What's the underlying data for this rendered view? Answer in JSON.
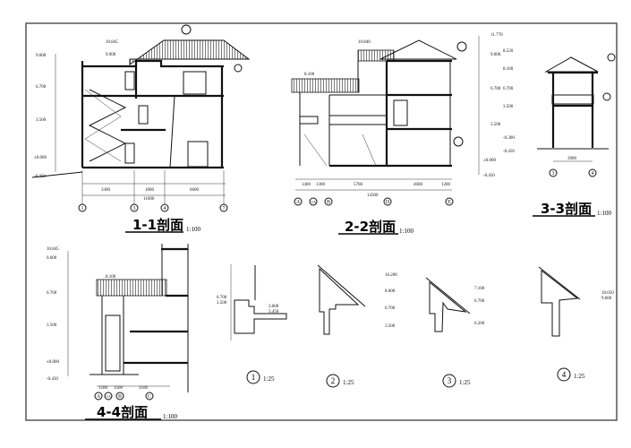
{
  "sections": [
    {
      "title": "1-1剖面",
      "scale": "1:100",
      "elevations": [
        "10.845",
        "9.900",
        "9.600",
        "6.700",
        "3.500",
        "±0.000",
        "-0.450"
      ],
      "dims": [
        "3300",
        "1800",
        "6600",
        "11600"
      ],
      "axes": [
        "1",
        "3",
        "4",
        "7"
      ]
    },
    {
      "title": "2-2剖面",
      "scale": "1:100",
      "elevations": [
        "10.840",
        "8.100",
        "11.770",
        "9.600",
        "6.700",
        "3.500",
        "±0.000",
        "-0.450"
      ],
      "dims": [
        "1400",
        "1300",
        "5700",
        "4600",
        "1200",
        "14300"
      ],
      "axes": [
        "A",
        "1/A",
        "B",
        "D",
        "E"
      ]
    },
    {
      "title": "3-3剖面",
      "scale": "1:100",
      "elevations": [
        "8.520",
        "8.100",
        "6.700",
        "3.500",
        "-0.300",
        "-0.450"
      ],
      "dims": [
        "3900"
      ],
      "axes": [
        "3",
        "4"
      ]
    },
    {
      "title": "4-4剖面",
      "scale": "1:100",
      "elevations": [
        "10.845",
        "9.600",
        "8.100",
        "6.700",
        "3.500",
        "±0.000",
        "-0.450"
      ],
      "dims": [
        "1500",
        "1500",
        "3100"
      ],
      "axes": [
        "A",
        "1/A",
        "B",
        "C"
      ]
    }
  ],
  "details": [
    {
      "number": "1",
      "scale": "1:25",
      "elevations": [
        "6.700",
        "3.500",
        "3.600",
        "3.450"
      ]
    },
    {
      "number": "2",
      "scale": "1:25",
      "elevations": [
        "10.200",
        "8.600",
        "6.700",
        "3.500"
      ]
    },
    {
      "number": "3",
      "scale": "1:25",
      "elevations": [
        "7.100",
        "6.700",
        "6.200"
      ]
    },
    {
      "number": "4",
      "scale": "1:25",
      "elevations": [
        "10.050",
        "9.600"
      ]
    }
  ],
  "colors": {
    "line": "#111111",
    "background": "#ffffff",
    "frame": "#555555"
  }
}
